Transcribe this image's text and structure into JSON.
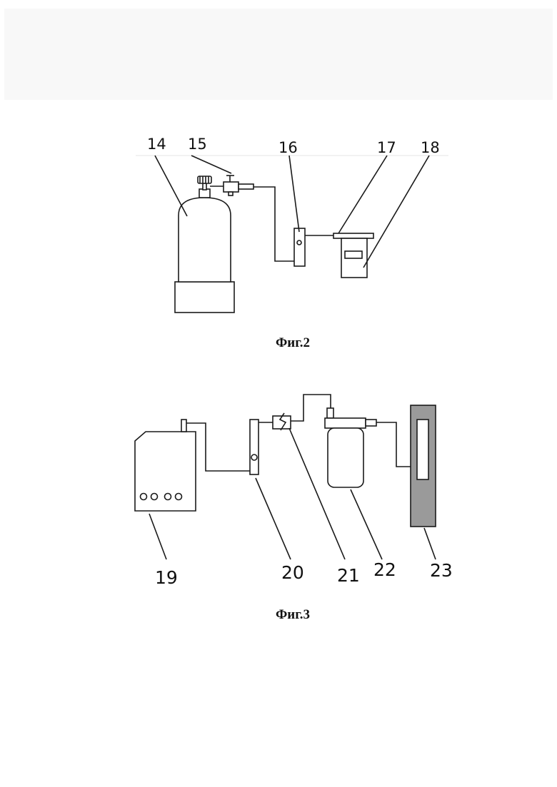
{
  "figure2": {
    "caption": "Фиг.2",
    "labels": {
      "n14": "14",
      "n15": "15",
      "n16": "16",
      "n17": "17",
      "n18": "18"
    }
  },
  "figure3": {
    "caption": "Фиг.3",
    "labels": {
      "n19": "19",
      "n20": "20",
      "n21": "21",
      "n22": "22",
      "n23": "23"
    }
  },
  "colors": {
    "line": "#1a1a1a",
    "panel_fill": "#9a9a9a",
    "top_band": "#f8f8f8"
  }
}
